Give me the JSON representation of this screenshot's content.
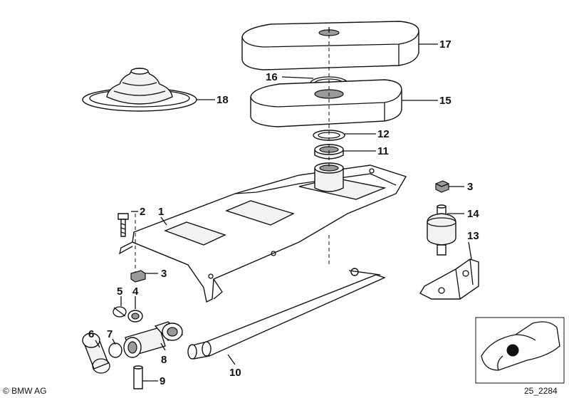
{
  "callouts": [
    {
      "id": "c1",
      "label": "1"
    },
    {
      "id": "c2",
      "label": "2"
    },
    {
      "id": "c3a",
      "label": "3"
    },
    {
      "id": "c3b",
      "label": "3"
    },
    {
      "id": "c4",
      "label": "4"
    },
    {
      "id": "c5",
      "label": "5"
    },
    {
      "id": "c6",
      "label": "6"
    },
    {
      "id": "c7",
      "label": "7"
    },
    {
      "id": "c8",
      "label": "8"
    },
    {
      "id": "c9",
      "label": "9"
    },
    {
      "id": "c10",
      "label": "10"
    },
    {
      "id": "c11",
      "label": "11"
    },
    {
      "id": "c12",
      "label": "12"
    },
    {
      "id": "c13",
      "label": "13"
    },
    {
      "id": "c14",
      "label": "14"
    },
    {
      "id": "c15",
      "label": "15"
    },
    {
      "id": "c16",
      "label": "16"
    },
    {
      "id": "c17",
      "label": "17"
    },
    {
      "id": "c18",
      "label": "18"
    }
  ],
  "footer": {
    "copyright": "© BMW AG",
    "diagram_number": "25_2284"
  }
}
